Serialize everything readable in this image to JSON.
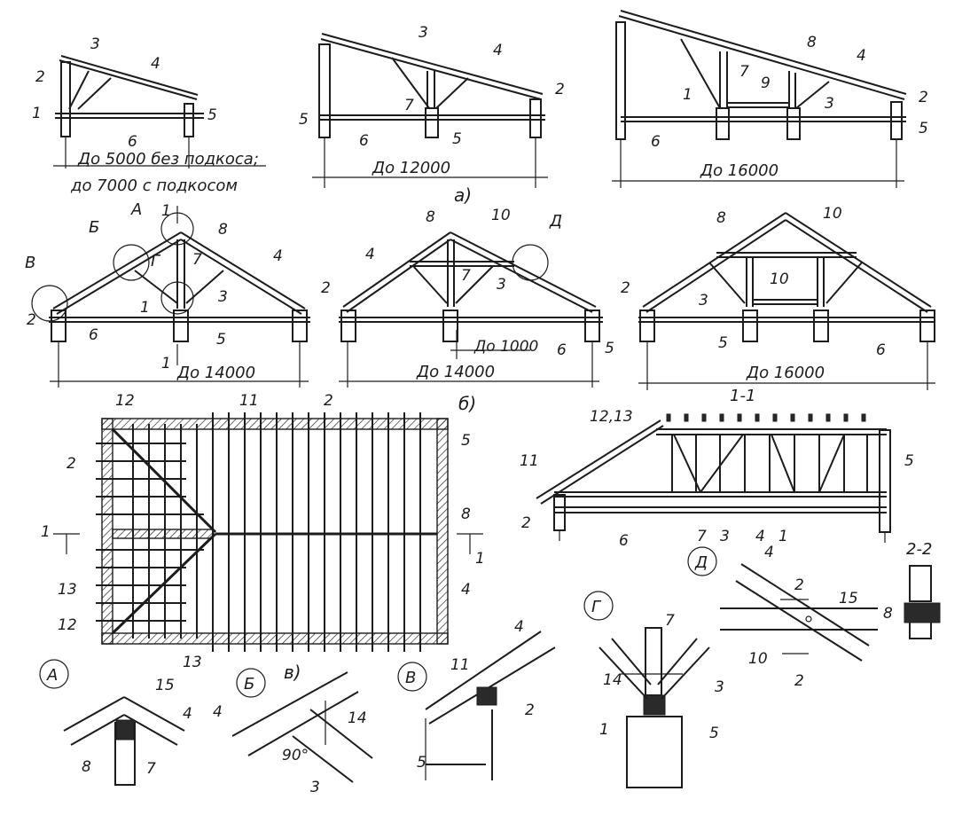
{
  "colors": {
    "ink": "#1c1c1c",
    "paper": "#ffffff"
  },
  "dims": {
    "a1_line1": "До 5000 без  подкоса;",
    "a1_line2": "до 7000 с  подкосом",
    "a2": "До  12000",
    "a3": "До  16000",
    "b1": "До 14000",
    "b2_small": "До 1000",
    "b2": "До 14000",
    "b3": "До  16000"
  },
  "captions": {
    "a": "а)",
    "b": "б)",
    "v": "в)"
  },
  "sections": {
    "s11": "1-1",
    "s22": "2-2"
  },
  "circles": {
    "A": "А",
    "B": "Б",
    "V": "В",
    "G": "Г",
    "D": "Д"
  },
  "angle": "90°",
  "marks": {
    "n1": "1",
    "n2": "2",
    "n3": "3",
    "n4": "4",
    "n5": "5",
    "n6": "6",
    "n7": "7",
    "n8": "8",
    "n9": "9",
    "n10": "10",
    "n11": "11",
    "n12": "12",
    "n13": "13",
    "n14": "14",
    "n15": "15",
    "n1213": "12,13"
  }
}
